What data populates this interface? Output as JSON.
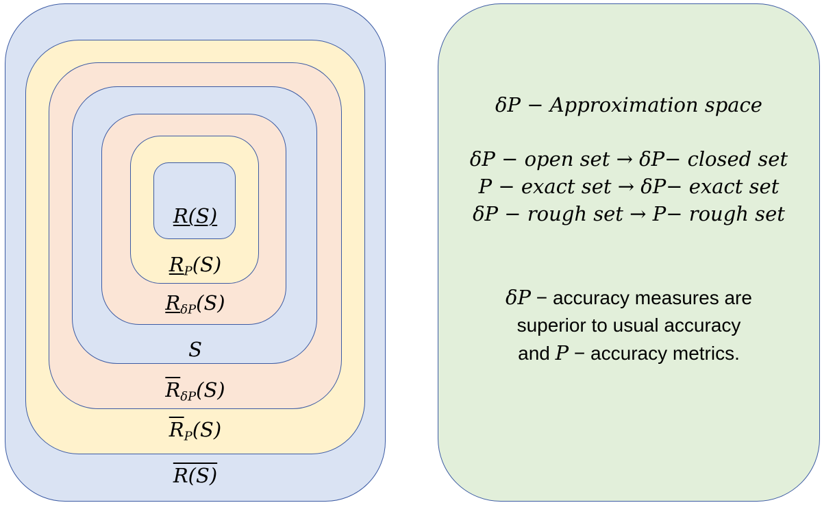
{
  "sets": {
    "lower_approx": "R(S)",
    "lower_p": {
      "base": "R",
      "sub": "P",
      "arg": "(S)"
    },
    "lower_dp": {
      "base": "R",
      "sub": "δP",
      "arg": "(S)"
    },
    "s": "S",
    "upper_dp": {
      "base": "R",
      "sub": "δP",
      "arg": "(S)"
    },
    "upper_p": {
      "base": "R",
      "sub": "P",
      "arg": "(S)"
    },
    "upper_approx": "R(S)"
  },
  "panel": {
    "title": "δP − Approximation space",
    "line1": "δP − open set → δP− closed set",
    "line2": "P − exact set → δP− exact set",
    "line3": "δP − rough set → P− rough set",
    "para_line1_sym": "δP",
    "para_line1_text": " − accuracy measures are",
    "para_line2": "superior to usual accuracy",
    "para_line3_pre": "and ",
    "para_line3_sym": "P",
    "para_line3_text": " − accuracy metrics."
  },
  "colors": {
    "blue_fill": "#dae3f3",
    "yellow_fill": "#fff2cc",
    "peach_fill": "#fbe5d6",
    "green_fill": "#e2efda",
    "border": "#3b5aa3"
  }
}
